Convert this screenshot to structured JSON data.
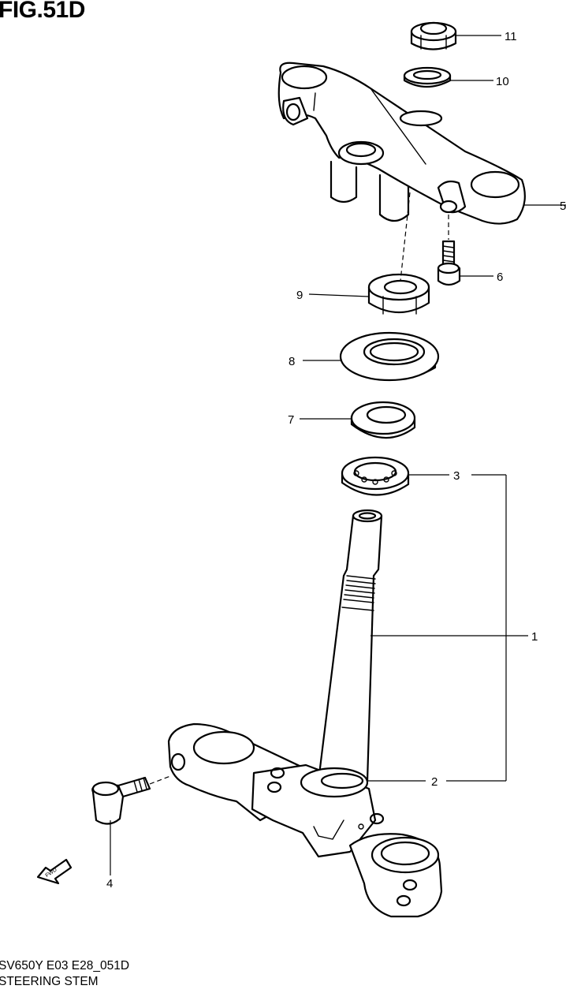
{
  "figure": {
    "title": "FIG.51D",
    "code": "SV650Y E03 E28_051D",
    "name": "STEERING STEM",
    "fwd_label": "FWD"
  },
  "callouts": [
    "1",
    "2",
    "3",
    "4",
    "6",
    "7",
    "8",
    "9",
    "10",
    "11",
    "5"
  ]
}
